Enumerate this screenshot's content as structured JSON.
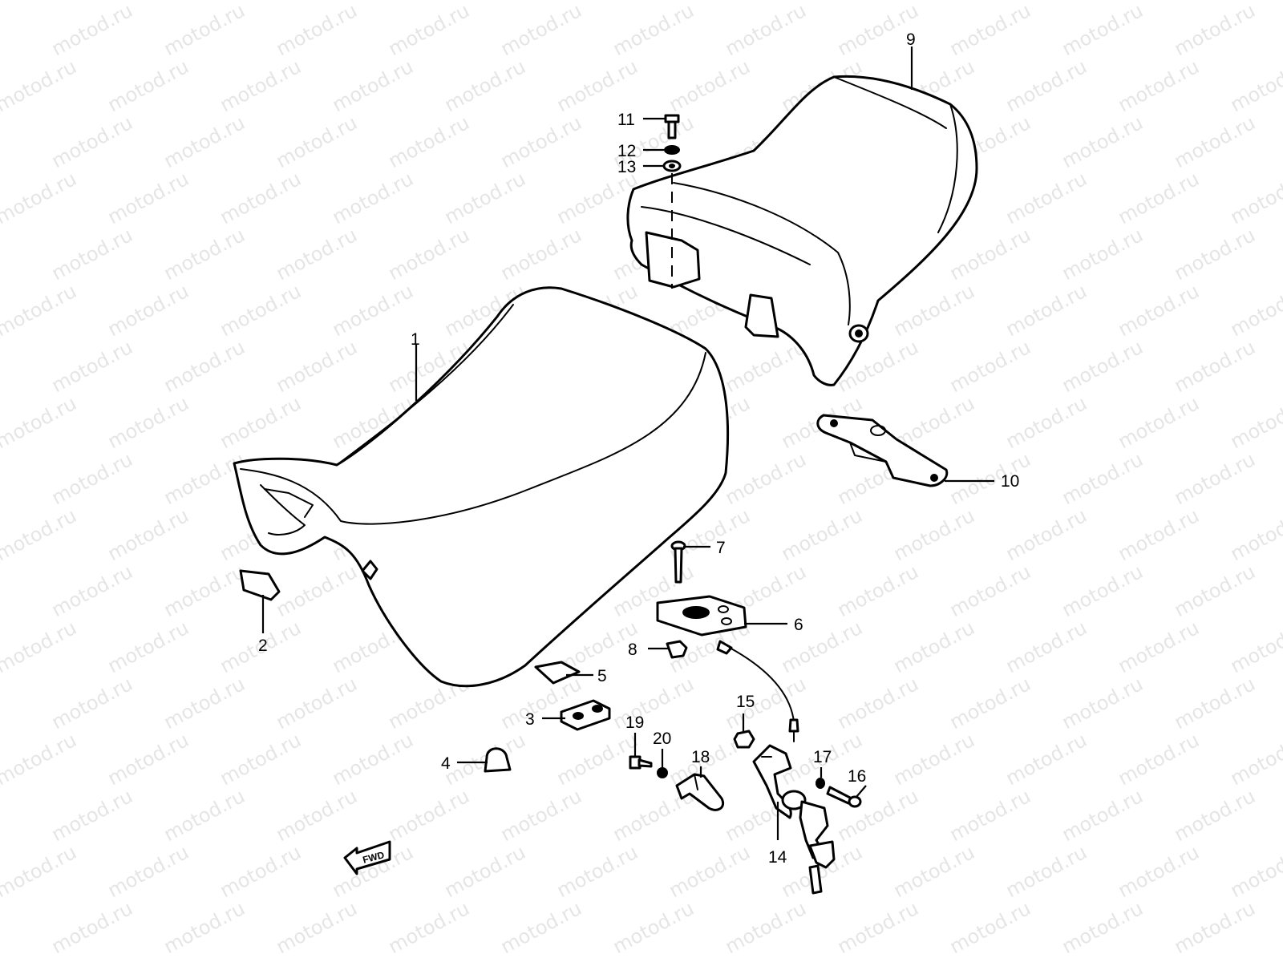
{
  "watermark": "motod.ru",
  "direction_marker": "FWD",
  "callouts": [
    {
      "id": "1",
      "label": "1"
    },
    {
      "id": "2",
      "label": "2"
    },
    {
      "id": "3",
      "label": "3"
    },
    {
      "id": "4",
      "label": "4"
    },
    {
      "id": "5",
      "label": "5"
    },
    {
      "id": "6",
      "label": "6"
    },
    {
      "id": "7",
      "label": "7"
    },
    {
      "id": "8",
      "label": "8"
    },
    {
      "id": "9",
      "label": "9"
    },
    {
      "id": "10",
      "label": "10"
    },
    {
      "id": "11",
      "label": "11"
    },
    {
      "id": "12",
      "label": "12"
    },
    {
      "id": "13",
      "label": "13"
    },
    {
      "id": "14",
      "label": "14"
    },
    {
      "id": "15",
      "label": "15"
    },
    {
      "id": "16",
      "label": "16"
    },
    {
      "id": "17",
      "label": "17"
    },
    {
      "id": "18",
      "label": "18"
    },
    {
      "id": "19",
      "label": "19"
    },
    {
      "id": "20",
      "label": "20"
    }
  ]
}
